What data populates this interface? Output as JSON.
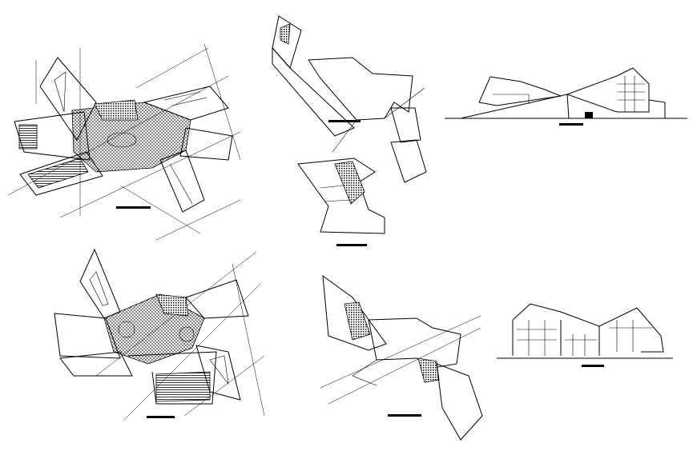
{
  "sheet": {
    "drawings": [
      {
        "id": "plan-1"
      },
      {
        "id": "plan-2"
      },
      {
        "id": "plan-3"
      },
      {
        "id": "plan-4"
      },
      {
        "id": "elevation-1"
      },
      {
        "id": "plan-5"
      },
      {
        "id": "plan-6"
      },
      {
        "id": "elevation-2"
      }
    ]
  }
}
